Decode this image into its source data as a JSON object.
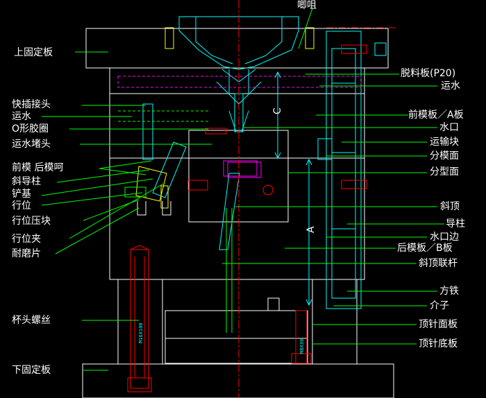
{
  "labels": {
    "nozzle": "唧咀",
    "top_clamp_plate": "上固定板",
    "stripper_plate": "脱料板(P20)",
    "cooling_water_1": "运水",
    "quick_connector": "快插接头",
    "cooling_water_2": "运水",
    "o_ring": "O形胶圈",
    "water_plug": "运水堵头",
    "cavity_core_lock": "前模 后模呵",
    "angle_pin": "斜导柱",
    "heel_block": "铲基",
    "slide": "行位",
    "slide_retainer": "行位压块",
    "slide_clip": "行位夹",
    "wear_plate": "耐磨片",
    "cap_screw": "杯头螺丝",
    "bottom_clamp_plate": "下固定板",
    "a_plate": "前模板／A板",
    "gate": "水口",
    "transport_block": "运输块",
    "parting_face_1": "分模面",
    "parting_face_2": "分型面",
    "lifter": "斜顶",
    "guide_pin": "导柱",
    "gate_side": "水口边",
    "b_plate": "后模板／B板",
    "lifter_rod": "斜顶联杆",
    "spacer_block": "方铁",
    "insert": "介子",
    "ejector_retainer_plate": "顶针面板",
    "ejector_plate": "顶针底板",
    "dim_a": "A",
    "dim_c": "C",
    "screw_text_left": "M16X100",
    "screw_text_right": "M8X30"
  },
  "colors": {
    "outline": "#ffffff",
    "cyan": "#00ffff",
    "yellow": "#ffff00",
    "red": "#ff0000",
    "green": "#00ff00",
    "magenta": "#ff00ff",
    "blue": "#4060ff"
  }
}
